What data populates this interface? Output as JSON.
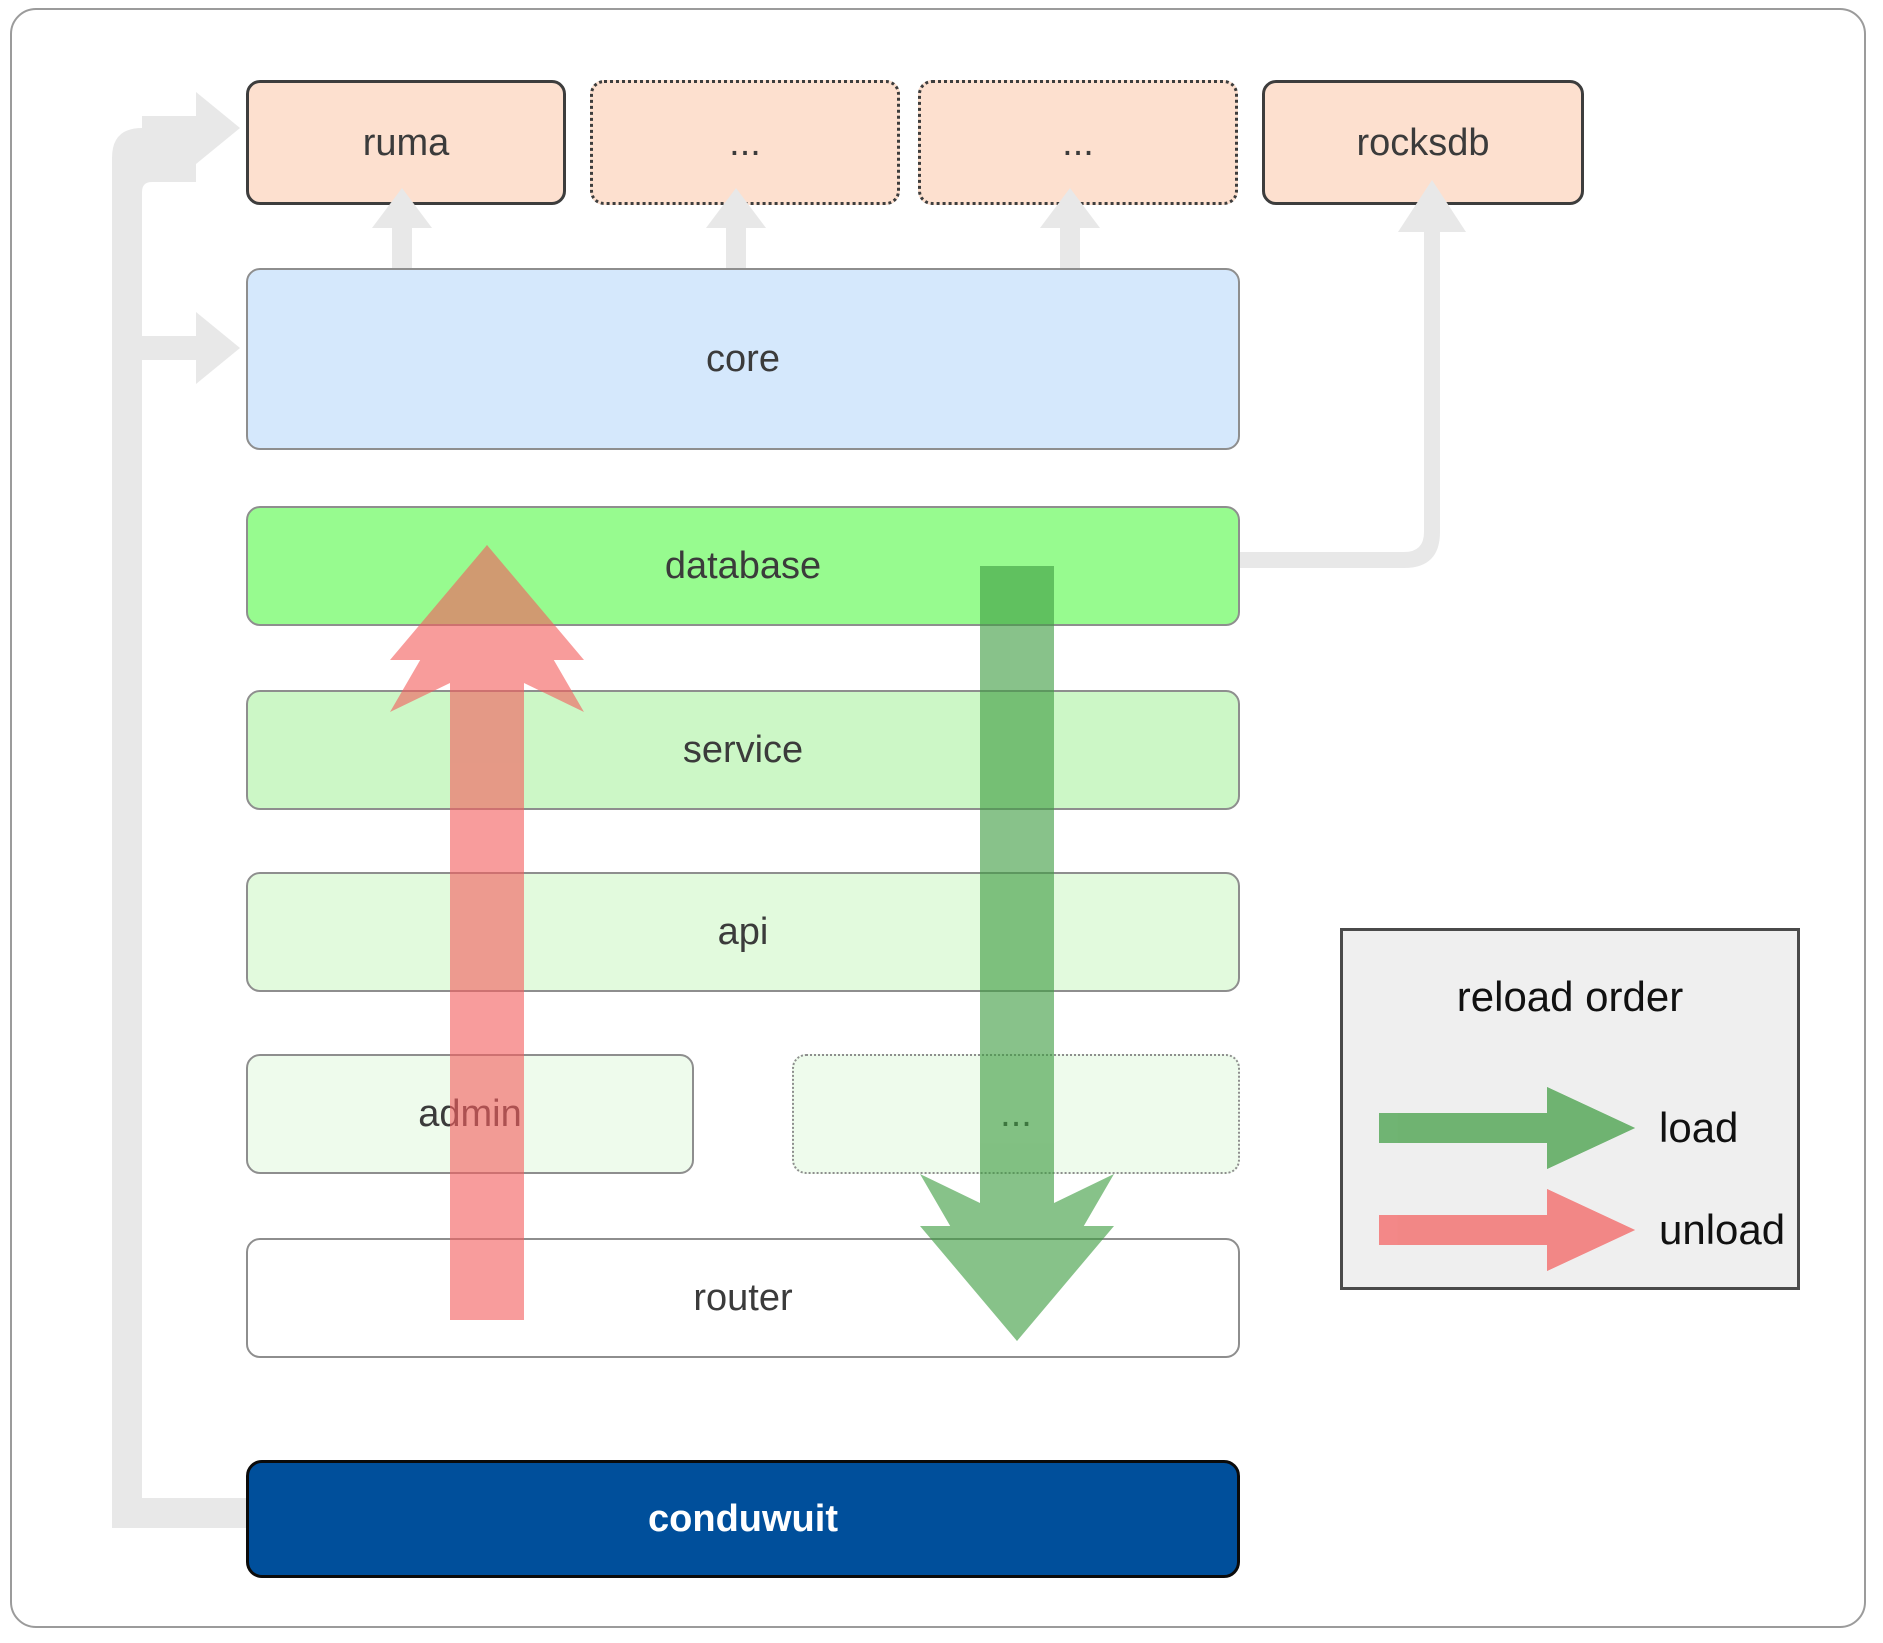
{
  "diagram": {
    "title": "conduwuit crate / reload order architecture",
    "colors": {
      "crate_fill": "#fde0cf",
      "crate_border": "#3d3d3d",
      "core_fill": "#d5e8fc",
      "database_fill": "#97fb8f",
      "service_fill": "#ccf7c6",
      "api_fill": "#e2fadd",
      "admin_fill": "#eefbec",
      "router_fill": "#ffffff",
      "app_fill": "#004f9b",
      "connector_gray": "#e8e8e8",
      "load_green": "#3f9d42",
      "unload_red": "#f4605f",
      "legend_bg": "#efefef",
      "box_border": "#8e8e8e"
    },
    "top_crates": [
      {
        "label": "ruma",
        "border_style": "solid"
      },
      {
        "label": "...",
        "border_style": "dotted"
      },
      {
        "label": "...",
        "border_style": "dotted"
      },
      {
        "label": "rocksdb",
        "border_style": "solid"
      }
    ],
    "layers": [
      {
        "label": "core",
        "border_style": "solid"
      },
      {
        "label": "database",
        "border_style": "solid"
      },
      {
        "label": "service",
        "border_style": "solid"
      },
      {
        "label": "api",
        "border_style": "solid"
      },
      {
        "label": "admin",
        "border_style": "solid"
      },
      {
        "label": "...",
        "border_style": "dotted"
      },
      {
        "label": "router",
        "border_style": "solid"
      }
    ],
    "application": {
      "label": "conduwuit"
    },
    "legend": {
      "title": "reload order",
      "items": [
        {
          "label": "load",
          "color": "#3f9d42",
          "direction": "right"
        },
        {
          "label": "unload",
          "color": "#f4605f",
          "direction": "right"
        }
      ]
    },
    "flows": [
      {
        "name": "load",
        "direction": "down",
        "from": "database",
        "to": "router"
      },
      {
        "name": "unload",
        "direction": "up",
        "from": "router",
        "to": "database"
      }
    ]
  }
}
